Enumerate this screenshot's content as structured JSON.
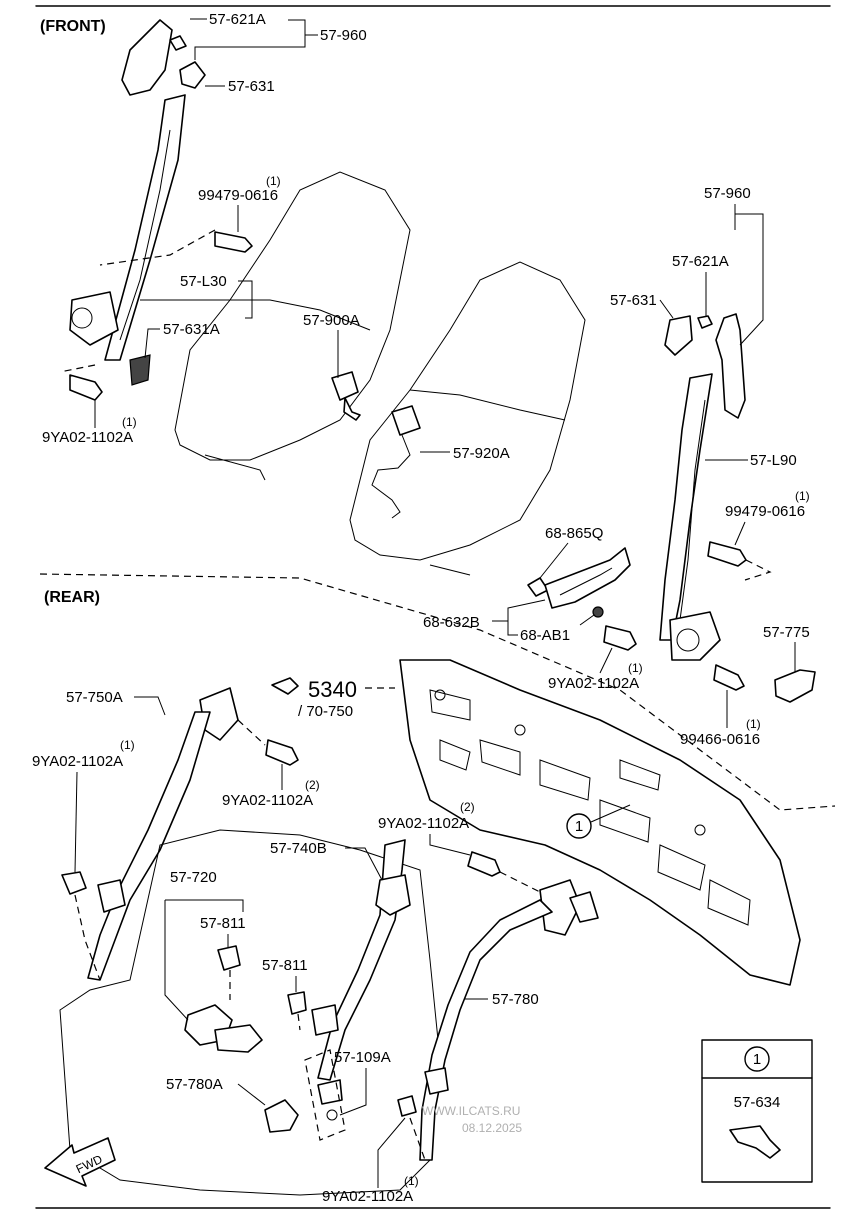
{
  "sections": {
    "front": "(FRONT)",
    "rear": "(REAR)"
  },
  "labels": [
    {
      "id": "f-621a",
      "text": "57-621A"
    },
    {
      "id": "f-960",
      "text": "57-960"
    },
    {
      "id": "f-631",
      "text": "57-631"
    },
    {
      "id": "f-99479-n",
      "text": "(1)"
    },
    {
      "id": "f-99479",
      "text": "99479-0616"
    },
    {
      "id": "f-l30",
      "text": "57-L30"
    },
    {
      "id": "f-631a",
      "text": "57-631A"
    },
    {
      "id": "f-900a",
      "text": "57-900A"
    },
    {
      "id": "f-9ya-n",
      "text": "(1)"
    },
    {
      "id": "f-9ya",
      "text": "9YA02-1102A"
    },
    {
      "id": "f-920a",
      "text": "57-920A"
    },
    {
      "id": "r-960",
      "text": "57-960"
    },
    {
      "id": "r-621a",
      "text": "57-621A"
    },
    {
      "id": "r-631",
      "text": "57-631"
    },
    {
      "id": "r-l90",
      "text": "57-L90"
    },
    {
      "id": "r-99479-n",
      "text": "(1)"
    },
    {
      "id": "r-99479",
      "text": "99479-0616"
    },
    {
      "id": "r-865q",
      "text": "68-865Q"
    },
    {
      "id": "r-632b",
      "text": "68-632B"
    },
    {
      "id": "r-ab1",
      "text": "68-AB1"
    },
    {
      "id": "r-775",
      "text": "57-775"
    },
    {
      "id": "r-9ya-a-n",
      "text": "(1)"
    },
    {
      "id": "r-9ya-a",
      "text": "9YA02-1102A"
    },
    {
      "id": "r-99466-n",
      "text": "(1)"
    },
    {
      "id": "r-99466",
      "text": "99466-0616"
    },
    {
      "id": "r-750a",
      "text": "57-750A"
    },
    {
      "id": "r-9ya-b-n",
      "text": "(1)"
    },
    {
      "id": "r-9ya-b",
      "text": "9YA02-1102A"
    },
    {
      "id": "r-9ya-c-n",
      "text": "(2)"
    },
    {
      "id": "r-9ya-c",
      "text": "9YA02-1102A"
    },
    {
      "id": "r-9ya-d-n",
      "text": "(2)"
    },
    {
      "id": "r-9ya-d",
      "text": "9YA02-1102A"
    },
    {
      "id": "r-740b",
      "text": "57-740B"
    },
    {
      "id": "r-720",
      "text": "57-720"
    },
    {
      "id": "r-811a",
      "text": "57-811"
    },
    {
      "id": "r-811b",
      "text": "57-811"
    },
    {
      "id": "r-780",
      "text": "57-780"
    },
    {
      "id": "r-109a",
      "text": "57-109A"
    },
    {
      "id": "r-780a",
      "text": "57-780A"
    },
    {
      "id": "r-9ya-e-n",
      "text": "(1)"
    },
    {
      "id": "r-9ya-e",
      "text": "9YA02-1102A"
    }
  ],
  "group_5340": {
    "main": "5340",
    "sub": "/ 70-750"
  },
  "callout": {
    "marker": "1"
  },
  "inset": {
    "marker": "1",
    "part": "57-634"
  },
  "fwd": "FWD",
  "watermark": {
    "line1": "WWW.ILCATS.RU",
    "line2": "08.12.2025"
  }
}
